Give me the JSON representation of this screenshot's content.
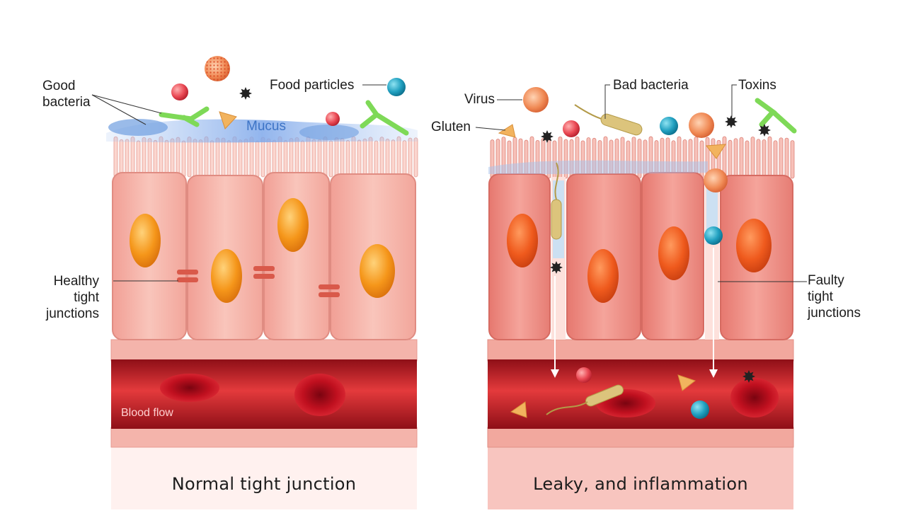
{
  "labels": {
    "good_bacteria": "Good\nbacteria",
    "food_particles": "Food particles",
    "mucus": "Mucus",
    "healthy_tight_junctions": "Healthy\ntight\njunctions",
    "blood_flow": "Blood flow",
    "virus": "Virus",
    "bad_bacteria": "Bad bacteria",
    "toxins": "Toxins",
    "gluten": "Gluten",
    "faulty_tight_junctions": "Faulty\ntight\njunctions"
  },
  "panels": [
    {
      "caption": "Normal tight junction"
    },
    {
      "caption": "Leaky, and inflammation"
    }
  ],
  "colors": {
    "cell": "#f6b8ad",
    "cell_leaky": "#f08f86",
    "nucleus": "#f39a1f",
    "nucleus_leaky": "#ec5a1c",
    "vessel": "#c9202a",
    "rbc": "#b10e1c",
    "mucus": "#8fb4ea",
    "good_bacteria": "#7ed957",
    "bad_bacteria": "#d8c07a",
    "food_particle": "#2aa7c2",
    "toxin": "#222222",
    "gluten": "#f2b35e",
    "virus": "#ee8a54"
  }
}
